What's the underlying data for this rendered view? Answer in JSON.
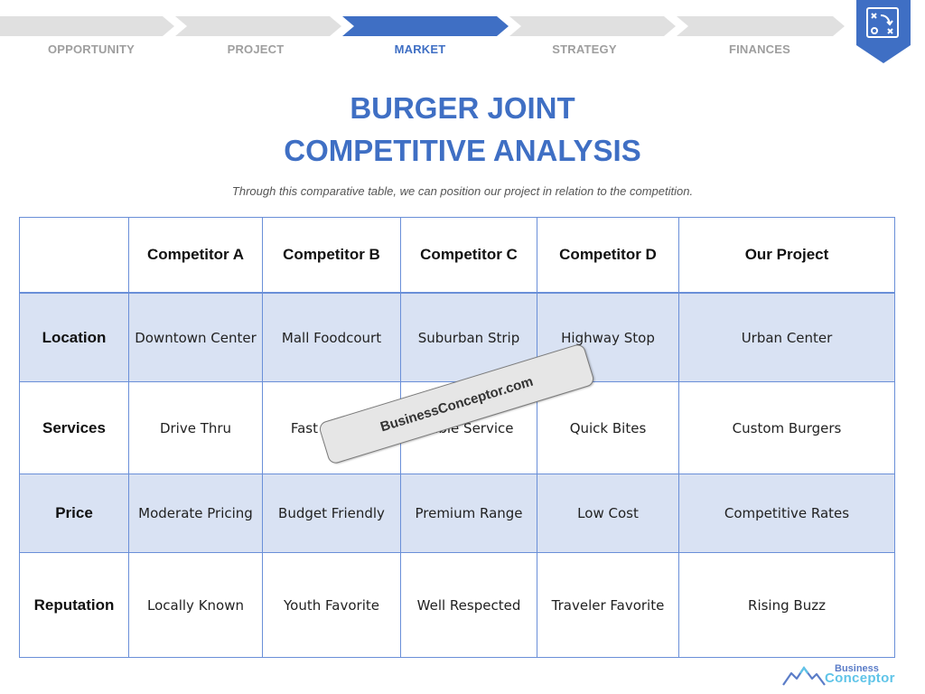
{
  "steps": [
    {
      "label": "OPPORTUNITY",
      "active": false
    },
    {
      "label": "PROJECT",
      "active": false
    },
    {
      "label": "MARKET",
      "active": true
    },
    {
      "label": "STRATEGY",
      "active": false
    },
    {
      "label": "FINANCES",
      "active": false
    }
  ],
  "colors": {
    "accent": "#3f6fc4",
    "step_inactive": "#e0e0e0",
    "row_shade": "#d9e2f3",
    "border": "#6a8fd8"
  },
  "badge_icon": "strategy-board-icon",
  "title_line1": "BURGER JOINT",
  "title_line2": "COMPETITIVE ANALYSIS",
  "subtitle": "Through this comparative table, we can position our project in relation to the competition.",
  "table": {
    "columns": [
      "Competitor A",
      "Competitor B",
      "Competitor C",
      "Competitor D",
      "Our Project"
    ],
    "rows": [
      {
        "label": "Location",
        "cells": [
          "Downtown Center",
          "Mall Foodcourt",
          "Suburban Strip",
          "Highway Stop",
          "Urban Center"
        ]
      },
      {
        "label": "Services",
        "cells": [
          "Drive Thru",
          "Fast Service",
          "Table Service",
          "Quick Bites",
          "Custom Burgers"
        ]
      },
      {
        "label": "Price",
        "cells": [
          "Moderate Pricing",
          "Budget Friendly",
          "Premium Range",
          "Low Cost",
          "Competitive Rates"
        ]
      },
      {
        "label": "Reputation",
        "cells": [
          "Locally Known",
          "Youth Favorite",
          "Well Respected",
          "Traveler Favorite",
          "Rising Buzz"
        ]
      }
    ]
  },
  "watermark": "BusinessConceptor.com",
  "logo": {
    "top": "Business",
    "bottom": "Conceptor"
  }
}
